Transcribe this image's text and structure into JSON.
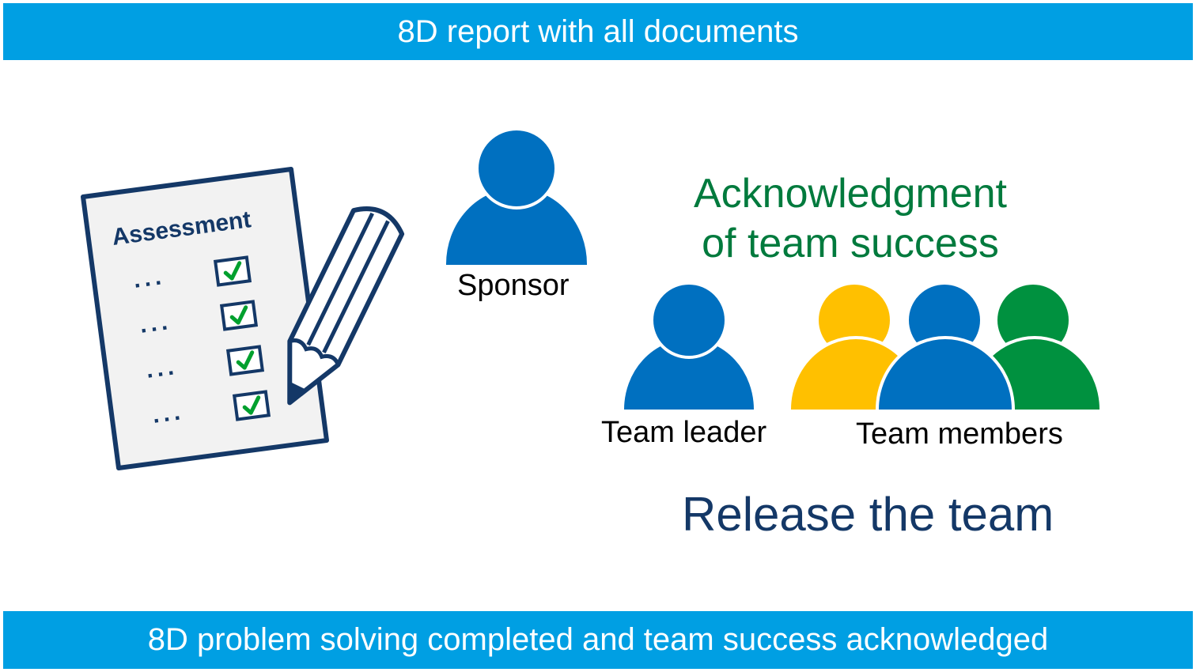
{
  "header": {
    "title": "8D report with all documents"
  },
  "document": {
    "heading": "Assessment",
    "items": [
      "...",
      "...",
      "...",
      "..."
    ]
  },
  "sponsor": {
    "label": "Sponsor"
  },
  "acknowledgment": {
    "line1": "Acknowledgment",
    "line2": "of team success"
  },
  "team": {
    "leader_label": "Team leader",
    "members_label": "Team members"
  },
  "release": {
    "text": "Release the team"
  },
  "footer": {
    "text": "8D problem solving completed and team success acknowledged"
  },
  "colors": {
    "banner": "#009FE3",
    "person_blue": "#0070C0",
    "person_yellow": "#FFC000",
    "person_green": "#00913F",
    "ack_green": "#007A3D",
    "navy": "#143867",
    "check_green": "#00A02E",
    "paper": "#F2F2F2"
  }
}
